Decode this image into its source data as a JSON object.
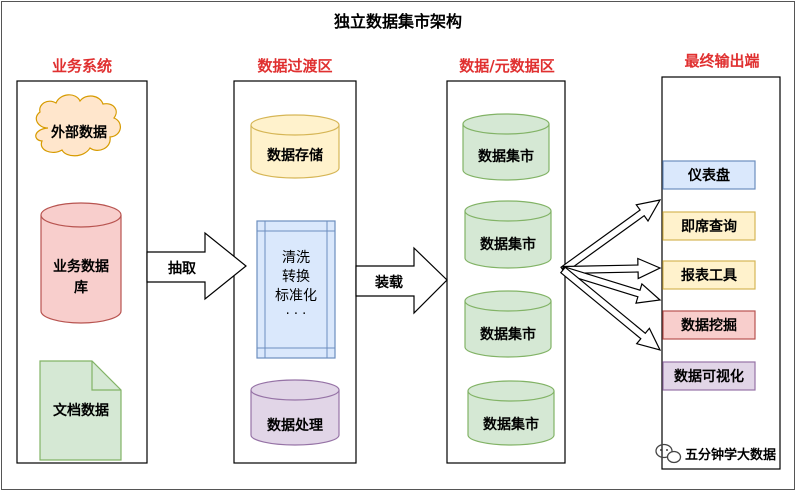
{
  "title": "独立数据集市架构",
  "sections": {
    "business": "业务系统",
    "staging": "数据过渡区",
    "metadata": "数据/元数据区",
    "output": "最终输出端"
  },
  "business_nodes": {
    "external": "外部数据",
    "database_line1": "业务数据",
    "database_line2": "库",
    "document": "文档数据"
  },
  "staging_nodes": {
    "storage": "数据存储",
    "process_lines": [
      "清洗",
      "转换",
      "标准化",
      "· · ·"
    ],
    "handling": "数据处理"
  },
  "arrows": {
    "extract": "抽取",
    "load": "装载"
  },
  "marts": [
    "数据集市",
    "数据集市",
    "数据集市",
    "数据集市"
  ],
  "outputs": [
    {
      "label": "仪表盘",
      "fill": "#dae8fc",
      "stroke": "#6c8ebf"
    },
    {
      "label": "即席查询",
      "fill": "#fff2cc",
      "stroke": "#d6b656"
    },
    {
      "label": "报表工具",
      "fill": "#fff2cc",
      "stroke": "#d6b656"
    },
    {
      "label": "数据挖掘",
      "fill": "#f8cecc",
      "stroke": "#b85450"
    },
    {
      "label": "数据可视化",
      "fill": "#e1d5e7",
      "stroke": "#9673a6"
    }
  ],
  "watermark": "五分钟学大数据",
  "colors": {
    "section_title": "#e03030",
    "blue_fill": "#dae8fc",
    "blue_stroke": "#6c8ebf",
    "yellow_fill": "#fff2cc",
    "yellow_stroke": "#d6b656",
    "red_fill": "#f8cecc",
    "red_stroke": "#b85450",
    "green_fill": "#d5e8d4",
    "green_stroke": "#82b366",
    "purple_fill": "#e1d5e7",
    "purple_stroke": "#9673a6",
    "cloud_fill": "#ffe6cc",
    "cloud_stroke": "#d79b00"
  }
}
